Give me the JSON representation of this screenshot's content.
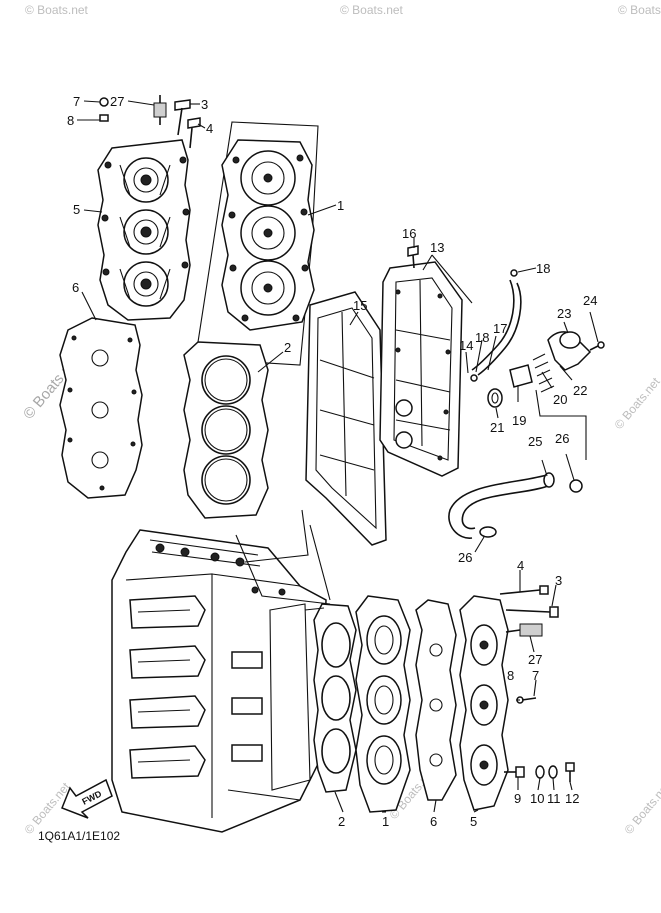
{
  "diagram_code": "1Q61A1/1E102",
  "watermark": "© Boats.net",
  "fwd_label": "FWD",
  "callouts": {
    "c1": "1",
    "c2": "2",
    "c3": "3",
    "c4": "4",
    "c5": "5",
    "c6": "6",
    "c7": "7",
    "c8": "8",
    "c9": "9",
    "c10": "10",
    "c11": "11",
    "c12": "12",
    "c13": "13",
    "c14": "14",
    "c15": "15",
    "c16": "16",
    "c17": "17",
    "c18": "18",
    "c19": "19",
    "c20": "20",
    "c21": "21",
    "c22": "22",
    "c23": "23",
    "c24": "24",
    "c25": "25",
    "c26": "26",
    "c27": "27"
  }
}
